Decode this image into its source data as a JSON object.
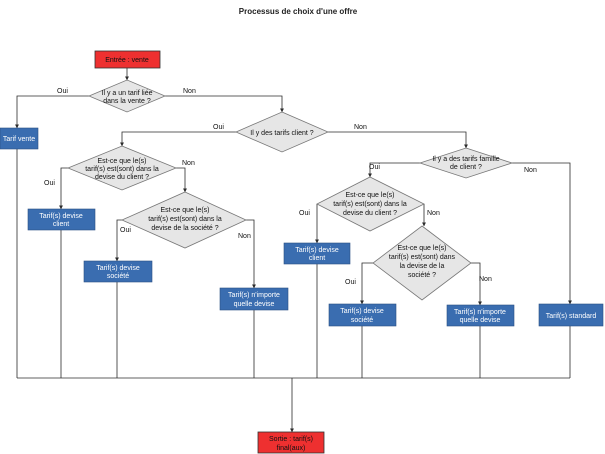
{
  "title": "Processus de choix d'une offre",
  "colors": {
    "start": "#ee3030",
    "end": "#ee3030",
    "blue": "#3a6db0",
    "decision_fill": "#e6e6e6",
    "decision_stroke": "#777777"
  },
  "nodes": {
    "entree": "Entrée : vente",
    "d_tarif_lie": [
      "Il y a un tarif liée",
      "dans la vente ?"
    ],
    "tarif_vente": "Tarif vente",
    "d_tarifs_client": "Il y des tarifs client ?",
    "d_devise_client_l": [
      "Est-ce que le(s)",
      "tarif(s) est(sont) dans la",
      "devise du client ?"
    ],
    "tarifs_devise_client_l": [
      "Tarif(s) devise",
      "client"
    ],
    "d_devise_societe_l": [
      "Est-ce que le(s)",
      "tarif(s) est(sont) dans la",
      "devise de la société ?"
    ],
    "tarifs_devise_societe_l": [
      "Tarif(s) devise",
      "société"
    ],
    "tarifs_nimporte_l": [
      "Tarif(s) n'importe",
      "quelle devise"
    ],
    "d_tarifs_famille": [
      "Il y a des tarifs famille",
      "de client ?"
    ],
    "d_devise_client_r": [
      "Est-ce que le(s)",
      "tarif(s) est(sont) dans la",
      "devise du client ?"
    ],
    "tarifs_devise_client_r": [
      "Tarif(s) devise",
      "client"
    ],
    "d_devise_societe_r": [
      "Est-ce que le(s)",
      "tarif(s) est(sont) dans",
      "la devise de la",
      "société ?"
    ],
    "tarifs_devise_societe_r": [
      "Tarif(s) devise",
      "société"
    ],
    "tarifs_nimporte_r": [
      "Tarif(s) n'importe",
      "quelle devise"
    ],
    "tarif_standard": "Tarif(s) standard",
    "sortie": [
      "Sortie : tarif(s)",
      "final(aux)"
    ]
  },
  "labels": {
    "oui": "Oui",
    "non": "Non"
  }
}
